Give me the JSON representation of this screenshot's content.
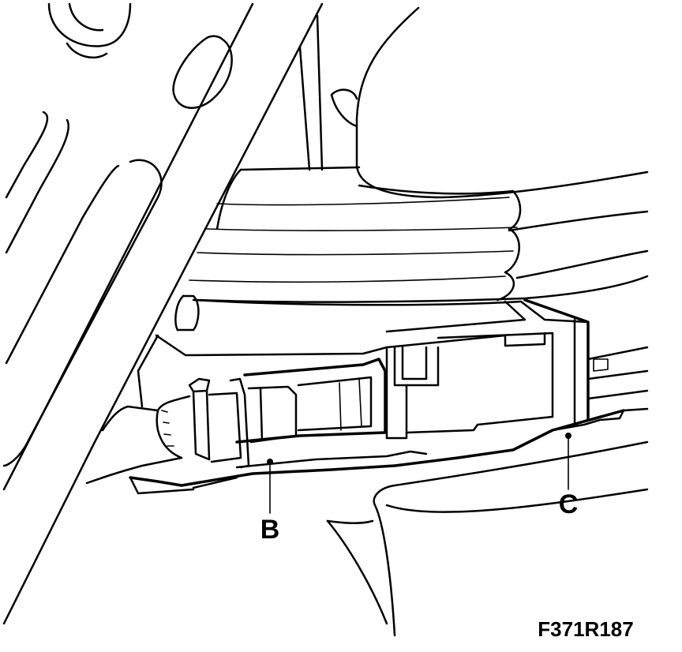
{
  "figure": {
    "callouts": [
      {
        "id": "B",
        "label": "B"
      },
      {
        "id": "C",
        "label": "C"
      }
    ],
    "figure_code": "F371R187"
  }
}
